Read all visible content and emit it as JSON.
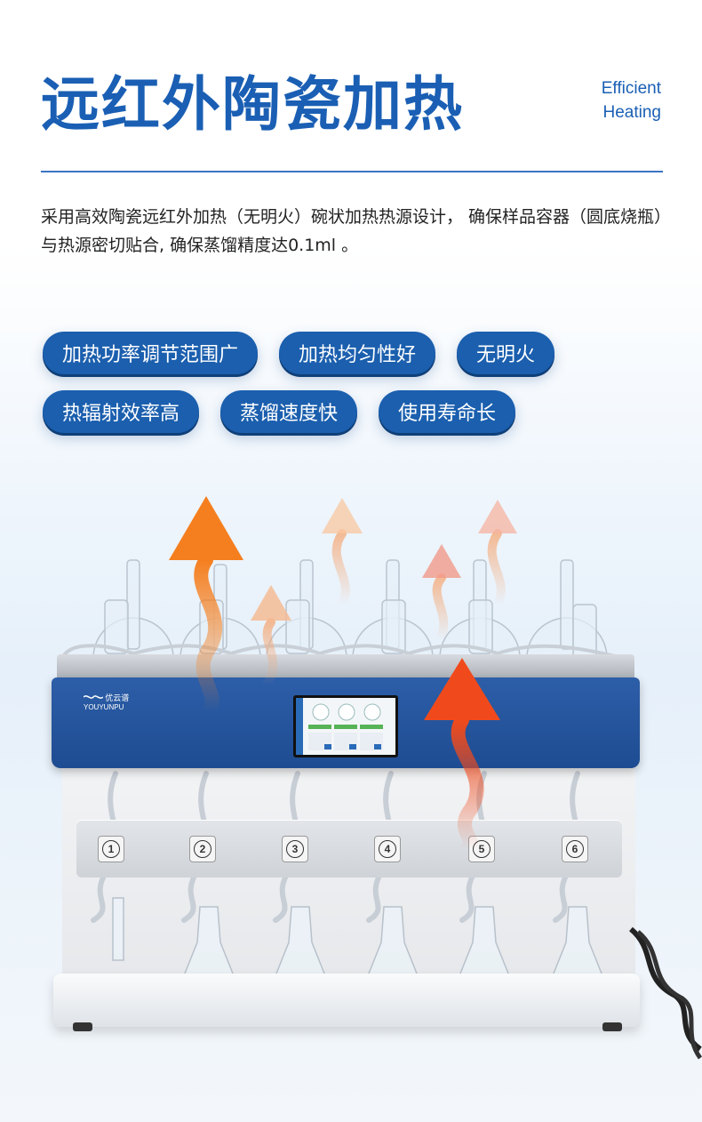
{
  "header": {
    "title": "远红外陶瓷加热",
    "subtitle_line1": "Efficient",
    "subtitle_line2": "Heating"
  },
  "description": "采用高效陶瓷远红外加热（无明火）碗状加热热源设计， 确保样品容器（圆底烧瓶）与热源密切贴合, 确保蒸馏精度达0.1ml 。",
  "tags": {
    "row1": [
      "加热功率调节范围广",
      "加热均匀性好",
      "无明火"
    ],
    "row2": [
      "热辐射效率高",
      "蒸馏速度快",
      "使用寿命长"
    ]
  },
  "device": {
    "brand": "优云谱",
    "brand_en": "YOUYUNPU",
    "stations": [
      "1",
      "2",
      "3",
      "4",
      "5",
      "6"
    ]
  },
  "colors": {
    "accent": "#1a5fb4",
    "tag_bg": "#1b5fae",
    "device_band": "#2d5ea8",
    "arrow_orange": "#f57f1f",
    "arrow_red": "#f04a1c"
  }
}
